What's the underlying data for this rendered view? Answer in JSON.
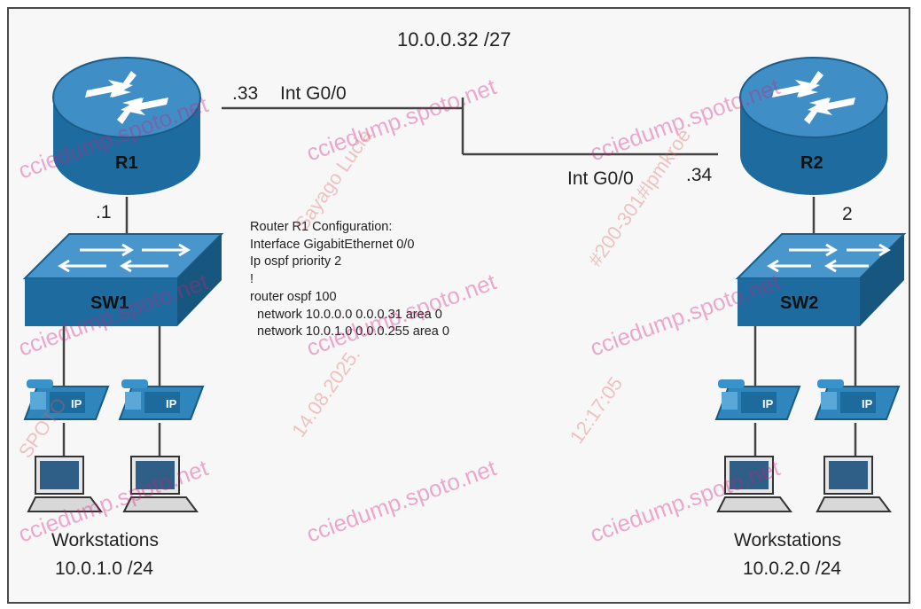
{
  "top_subnet": "10.0.0.32 /27",
  "r1": {
    "name": "R1",
    "ip_suffix_wan": ".33",
    "interface_wan": "Int G0/0",
    "ip_suffix_lan": ".1"
  },
  "r2": {
    "name": "R2",
    "ip_suffix_wan": ".34",
    "interface_wan": "Int G0/0",
    "ip_suffix_lan": "2"
  },
  "sw1": {
    "name": "SW1"
  },
  "sw2": {
    "name": "SW2"
  },
  "config": {
    "lines": [
      "Router R1 Configuration:",
      "",
      "Interface GigabitEthernet 0/0",
      "",
      "Ip ospf priority 2",
      "!",
      "router ospf 100",
      "  network 10.0.0.0 0.0.0.31 area 0",
      "  network 10.0.1.0 0.0.0.255 area 0"
    ]
  },
  "workstations_left": {
    "label": "Workstations",
    "subnet": "10.0.1.0 /24"
  },
  "workstations_right": {
    "label": "Workstations",
    "subnet": "10.0.2.0 /24"
  },
  "device_labels": {
    "phone": "IP"
  },
  "watermark": {
    "site": "cciedump.spoto.net",
    "lines": [
      "Sayago Lucia",
      "#200-301#lpmkroe",
      "14.08.2025.",
      "12:17:05",
      "SPOTO"
    ]
  },
  "colors": {
    "device_blue": "#1f6fa3",
    "device_top": "#3c8cc4",
    "phone_blue": "#3a93c8"
  }
}
